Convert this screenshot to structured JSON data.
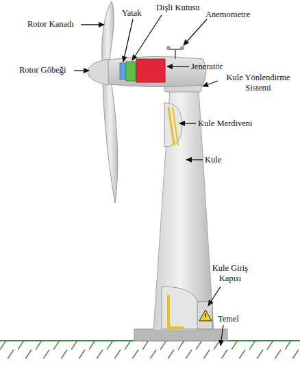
{
  "diagram": {
    "labels": [
      "Rotor Kanadı",
      "Yatak",
      "Dişli Kutusu",
      "Anemometre",
      "Rotor Göbeği",
      "Jeneratör",
      "Kule Yönlendirme Sistemi",
      "Kule Merdiveni",
      "Kule",
      "Kule Giriş Kapısı",
      "Temel"
    ]
  }
}
